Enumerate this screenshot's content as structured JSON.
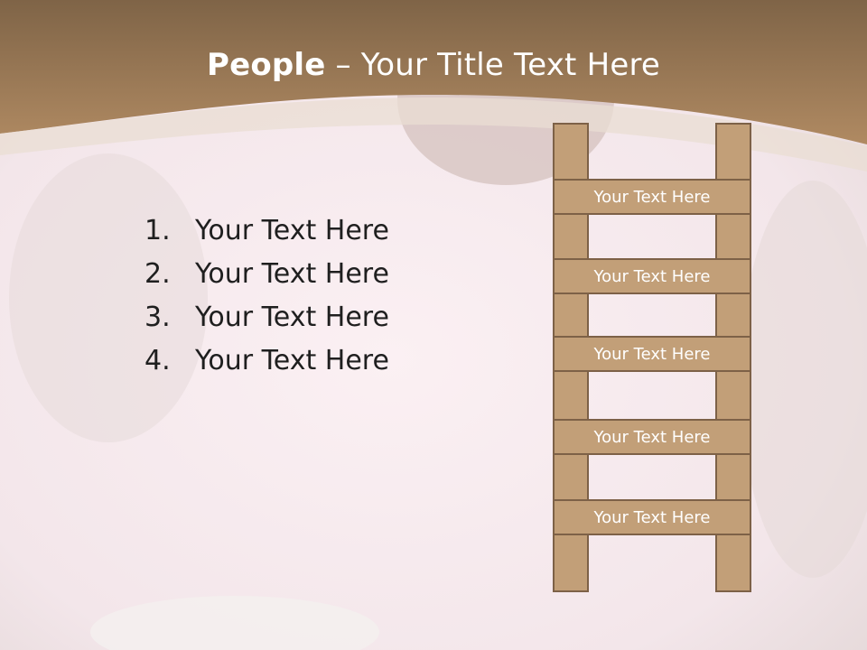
{
  "title": {
    "bold": "People",
    "rest": " – Your Title Text Here"
  },
  "list": [
    {
      "number": "1.",
      "text": "Your Text Here"
    },
    {
      "number": "2.",
      "text": "Your Text Here"
    },
    {
      "number": "3.",
      "text": "Your Text Here"
    },
    {
      "number": "4.",
      "text": "Your Text Here"
    }
  ],
  "ladder": {
    "rungs": [
      "Your Text Here",
      "Your Text Here",
      "Your Text Here",
      "Your Text Here",
      "Your Text Here"
    ]
  },
  "colors": {
    "header_brown": "#a07a54",
    "ladder_fill": "#c29f78",
    "ladder_border": "#7d6147",
    "text_dark": "#1f1f1f"
  }
}
